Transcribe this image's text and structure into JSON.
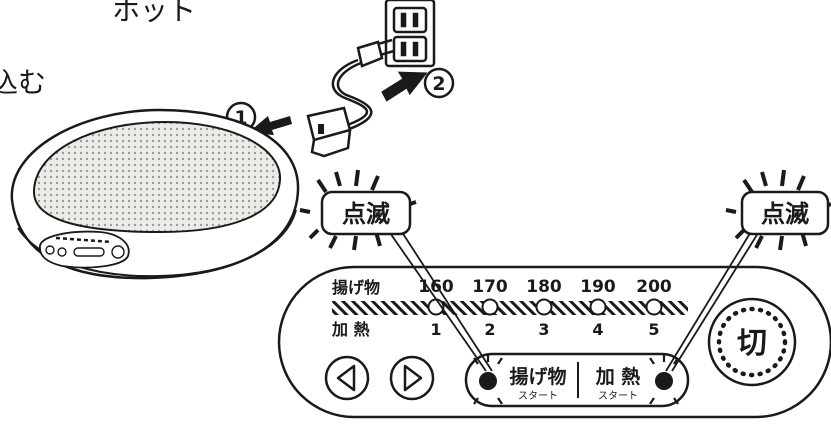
{
  "instructions": {
    "line1_partial": "ホット",
    "line2_partial": "込む"
  },
  "steps": {
    "step1": "①",
    "step2": "②"
  },
  "callouts": {
    "left_blink": "点滅",
    "right_blink": "点滅"
  },
  "panel": {
    "fry_label": "揚げ物",
    "heat_label": "加 熱",
    "temps": [
      "160",
      "170",
      "180",
      "190",
      "200"
    ],
    "levels": [
      "1",
      "2",
      "3",
      "4",
      "5"
    ],
    "start_fry_main": "揚げ物",
    "start_fry_sub": "スタート",
    "start_heat_main": "加 熱",
    "start_heat_sub": "スタート",
    "off_label": "切"
  },
  "icons": {
    "prev": "triangle-left-icon",
    "next": "triangle-right-icon"
  }
}
